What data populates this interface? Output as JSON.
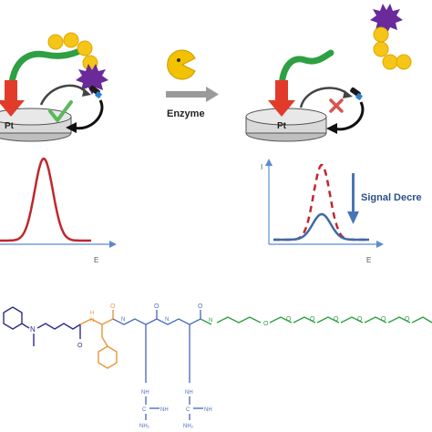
{
  "scheme": {
    "electrode_label": "Pt",
    "arrow_label": "Enzyme",
    "signal_label": "Signal Decre"
  },
  "plots": {
    "left": {
      "x_axis_label": "E",
      "y_axis_label": ""
    },
    "right": {
      "x_axis_label": "E",
      "y_axis_label": "I"
    }
  },
  "molecule": {
    "N_label": "N",
    "carbonyl_O": "O",
    "amide_H": "H",
    "amide_N": "N",
    "ether_O": "O",
    "guanidine_NH": "NH",
    "guanidine_C": "C",
    "guanidine_NH2": "NH₂",
    "guanidine_NH_lower": "NH"
  },
  "colors": {
    "electrode": "#d9d9d9",
    "linker": "#2ea043",
    "arrow_red": "#e23b2a",
    "bead": "#f5c518",
    "enzyme_purple": "#6a2a9a",
    "check_green": "#5cb85c",
    "cross_red": "#d9534f",
    "curve_red": "#c0272d",
    "curve_blue": "#3d6aa8",
    "axis_blue": "#5b8bd0",
    "signal_arrow": "#4a74b8",
    "phenyl_blue": "#2d2d8a",
    "peptide_orange": "#e8963a",
    "arg_blue": "#5070c0",
    "peg_green": "#2ea043"
  },
  "icons": {
    "enzyme": "pacman-icon",
    "redox_tag": "redox-tag-icon"
  }
}
